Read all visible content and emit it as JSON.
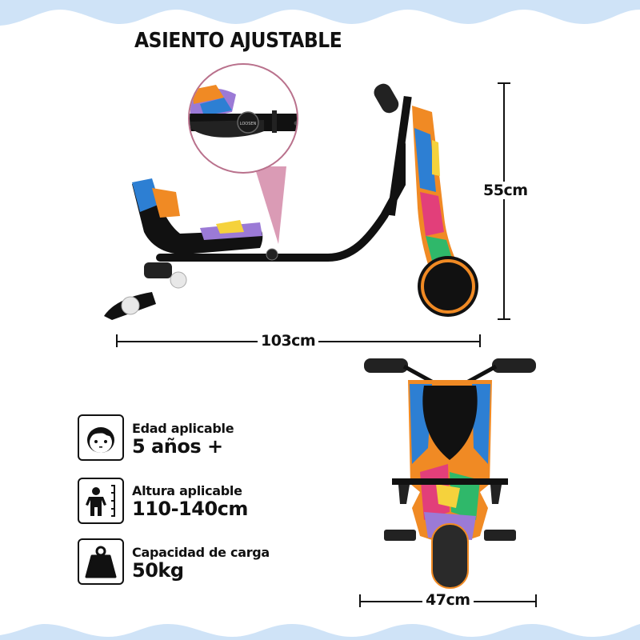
{
  "title": "ASIENTO AJUSTABLE",
  "colors": {
    "wave": "#cfe3f7",
    "zoom_circle_border": "#b9718c",
    "zoom_pointer": "#d48aa8",
    "graffiti_orange": "#f08a24",
    "graffiti_blue": "#2d7fd3",
    "frame_black": "#111111"
  },
  "dimensions": {
    "length": "103cm",
    "height": "55cm",
    "width": "47cm"
  },
  "zoom_detail": {
    "knob_text": "LOOSEN"
  },
  "specs": [
    {
      "icon": "child-face-icon",
      "label": "Edad aplicable",
      "value": "5 años +"
    },
    {
      "icon": "height-ruler-icon",
      "label": "Altura aplicable",
      "value": "110-140cm"
    },
    {
      "icon": "weight-icon",
      "label": "Capacidad de carga",
      "value": "50kg"
    }
  ]
}
